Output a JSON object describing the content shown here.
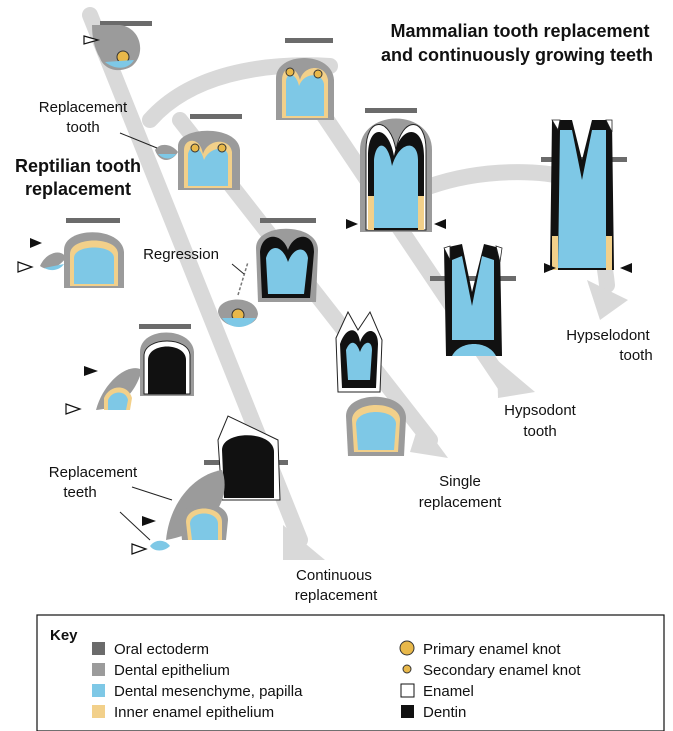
{
  "titles": {
    "mammal_line1": "Mammalian tooth replacement",
    "mammal_line2": "and continuously growing teeth",
    "reptile_line1": "Reptilian tooth",
    "reptile_line2": "replacement"
  },
  "labels": {
    "replacement_tooth_1": "Replacement",
    "replacement_tooth_2": "tooth",
    "regression": "Regression",
    "replacement_teeth_1": "Replacement",
    "replacement_teeth_2": "teeth",
    "continuous_1": "Continuous",
    "continuous_2": "replacement",
    "single_1": "Single",
    "single_2": "replacement",
    "hypsodont_1": "Hypsodont",
    "hypsodont_2": "tooth",
    "hypselodont_1": "Hypselodont",
    "hypselodont_2": "tooth"
  },
  "key": {
    "title": "Key",
    "items": [
      {
        "label": "Oral ectoderm",
        "color": "#6b6b6b",
        "shape": "square"
      },
      {
        "label": "Dental epithelium",
        "color": "#9b9b9b",
        "shape": "square"
      },
      {
        "label": "Dental mesenchyme, papilla",
        "color": "#7ec8e6",
        "shape": "square"
      },
      {
        "label": "Inner enamel epithelium",
        "color": "#f2d08a",
        "shape": "square"
      },
      {
        "label": "Primary enamel knot",
        "color": "#e8b84a",
        "shape": "circle-large"
      },
      {
        "label": "Secondary enamel knot",
        "color": "#e8b84a",
        "shape": "circle-small"
      },
      {
        "label": "Enamel",
        "color": "#ffffff",
        "shape": "square"
      },
      {
        "label": "Dentin",
        "color": "#111111",
        "shape": "square"
      }
    ]
  },
  "colors": {
    "ectoderm": "#6b6b6b",
    "epithelium": "#9b9b9b",
    "mesenchyme": "#7ec8e6",
    "inner_enamel": "#f2d08a",
    "knot": "#e8b84a",
    "enamel": "#ffffff",
    "dentin": "#111111",
    "arrow": "#d7d7d7"
  }
}
